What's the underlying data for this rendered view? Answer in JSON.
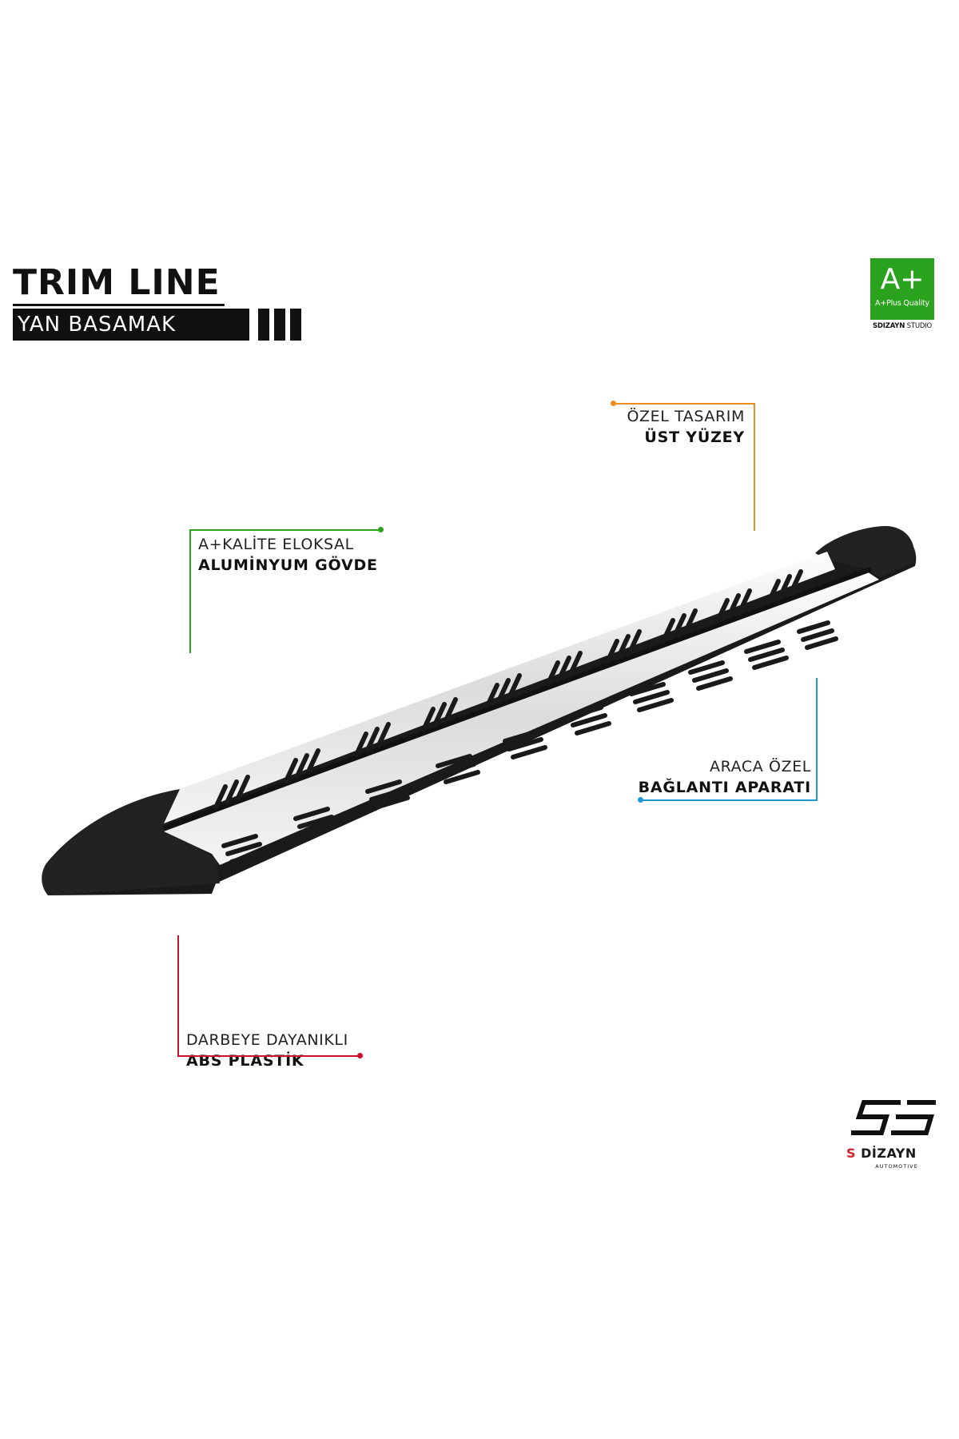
{
  "header": {
    "title": "TRIM LINE",
    "subtitle": "YAN BASAMAK"
  },
  "badge": {
    "grade": "A+",
    "quality": "A+Plus Quality",
    "brand": "SDIZAYN",
    "studio": "STUDIO",
    "color": "#2aa21e"
  },
  "callouts": {
    "top_surface": {
      "line1": "ÖZEL TASARIM",
      "line2": "ÜST YÜZEY",
      "color": "#f28c1e"
    },
    "body": {
      "line1": "A+KALİTE ELOKSAL",
      "line2": "ALUMİNYUM GÖVDE",
      "color": "#2aa21e"
    },
    "mount": {
      "line1": "ARACA ÖZEL",
      "line2": "BAĞLANTI APARATI",
      "color": "#1e9ad6"
    },
    "caps": {
      "line1": "DARBEYE DAYANIKLI",
      "line2": "ABS PLASTİK",
      "color": "#c8102e"
    }
  },
  "logo": {
    "s": "S",
    "name": "DİZAYN",
    "sub": "AUTOMOTIVE",
    "accent": "#d2232a"
  }
}
